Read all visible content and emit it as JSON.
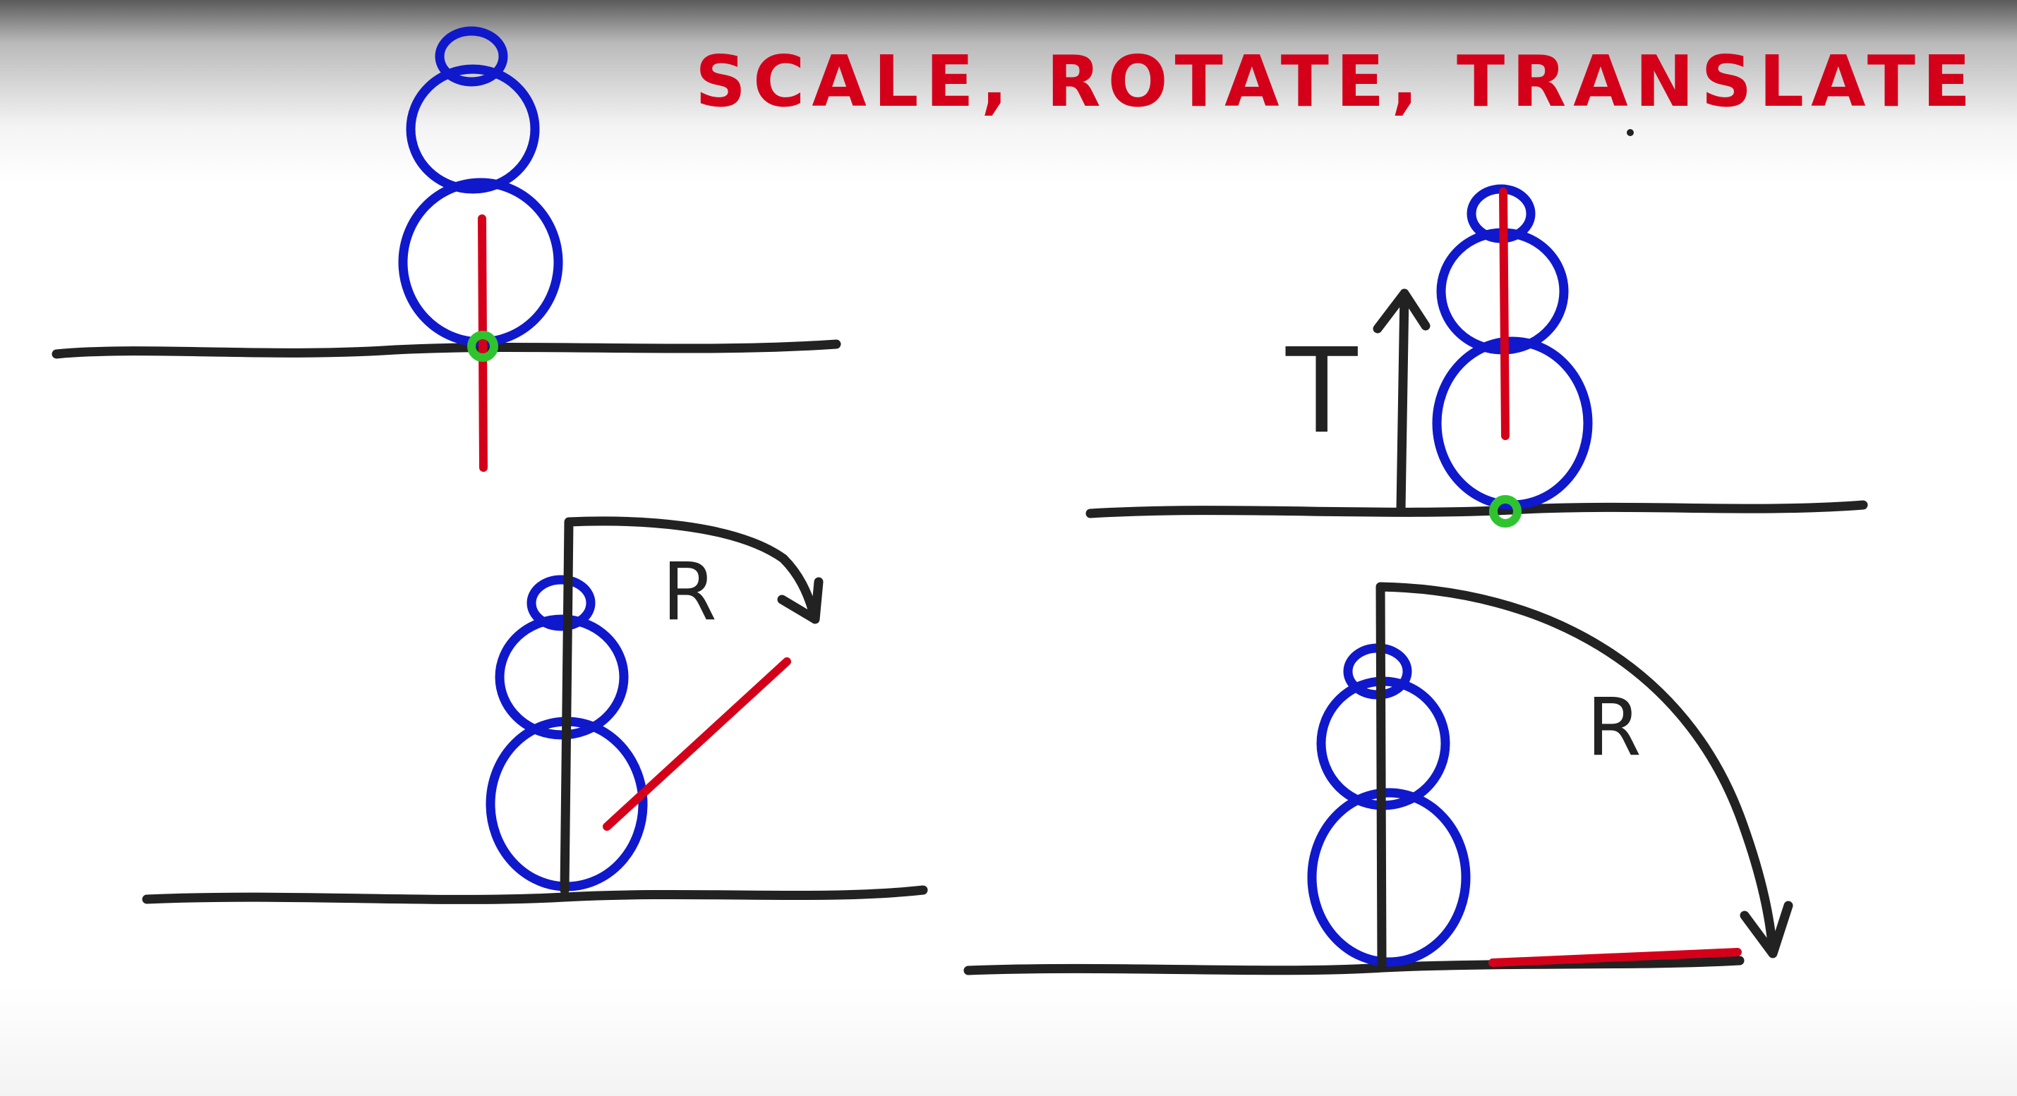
{
  "title": "SCALE, ROTATE, TRANSLATE",
  "labels": {
    "translate": "T",
    "rotate_small": "R",
    "rotate_large": "R"
  },
  "colors": {
    "title_ink": "#d4001a",
    "snowman_ink": "#1018cc",
    "axis_ink": "#d4001a",
    "pivot_ink": "#2fc42f",
    "marker_ink": "#222222"
  }
}
